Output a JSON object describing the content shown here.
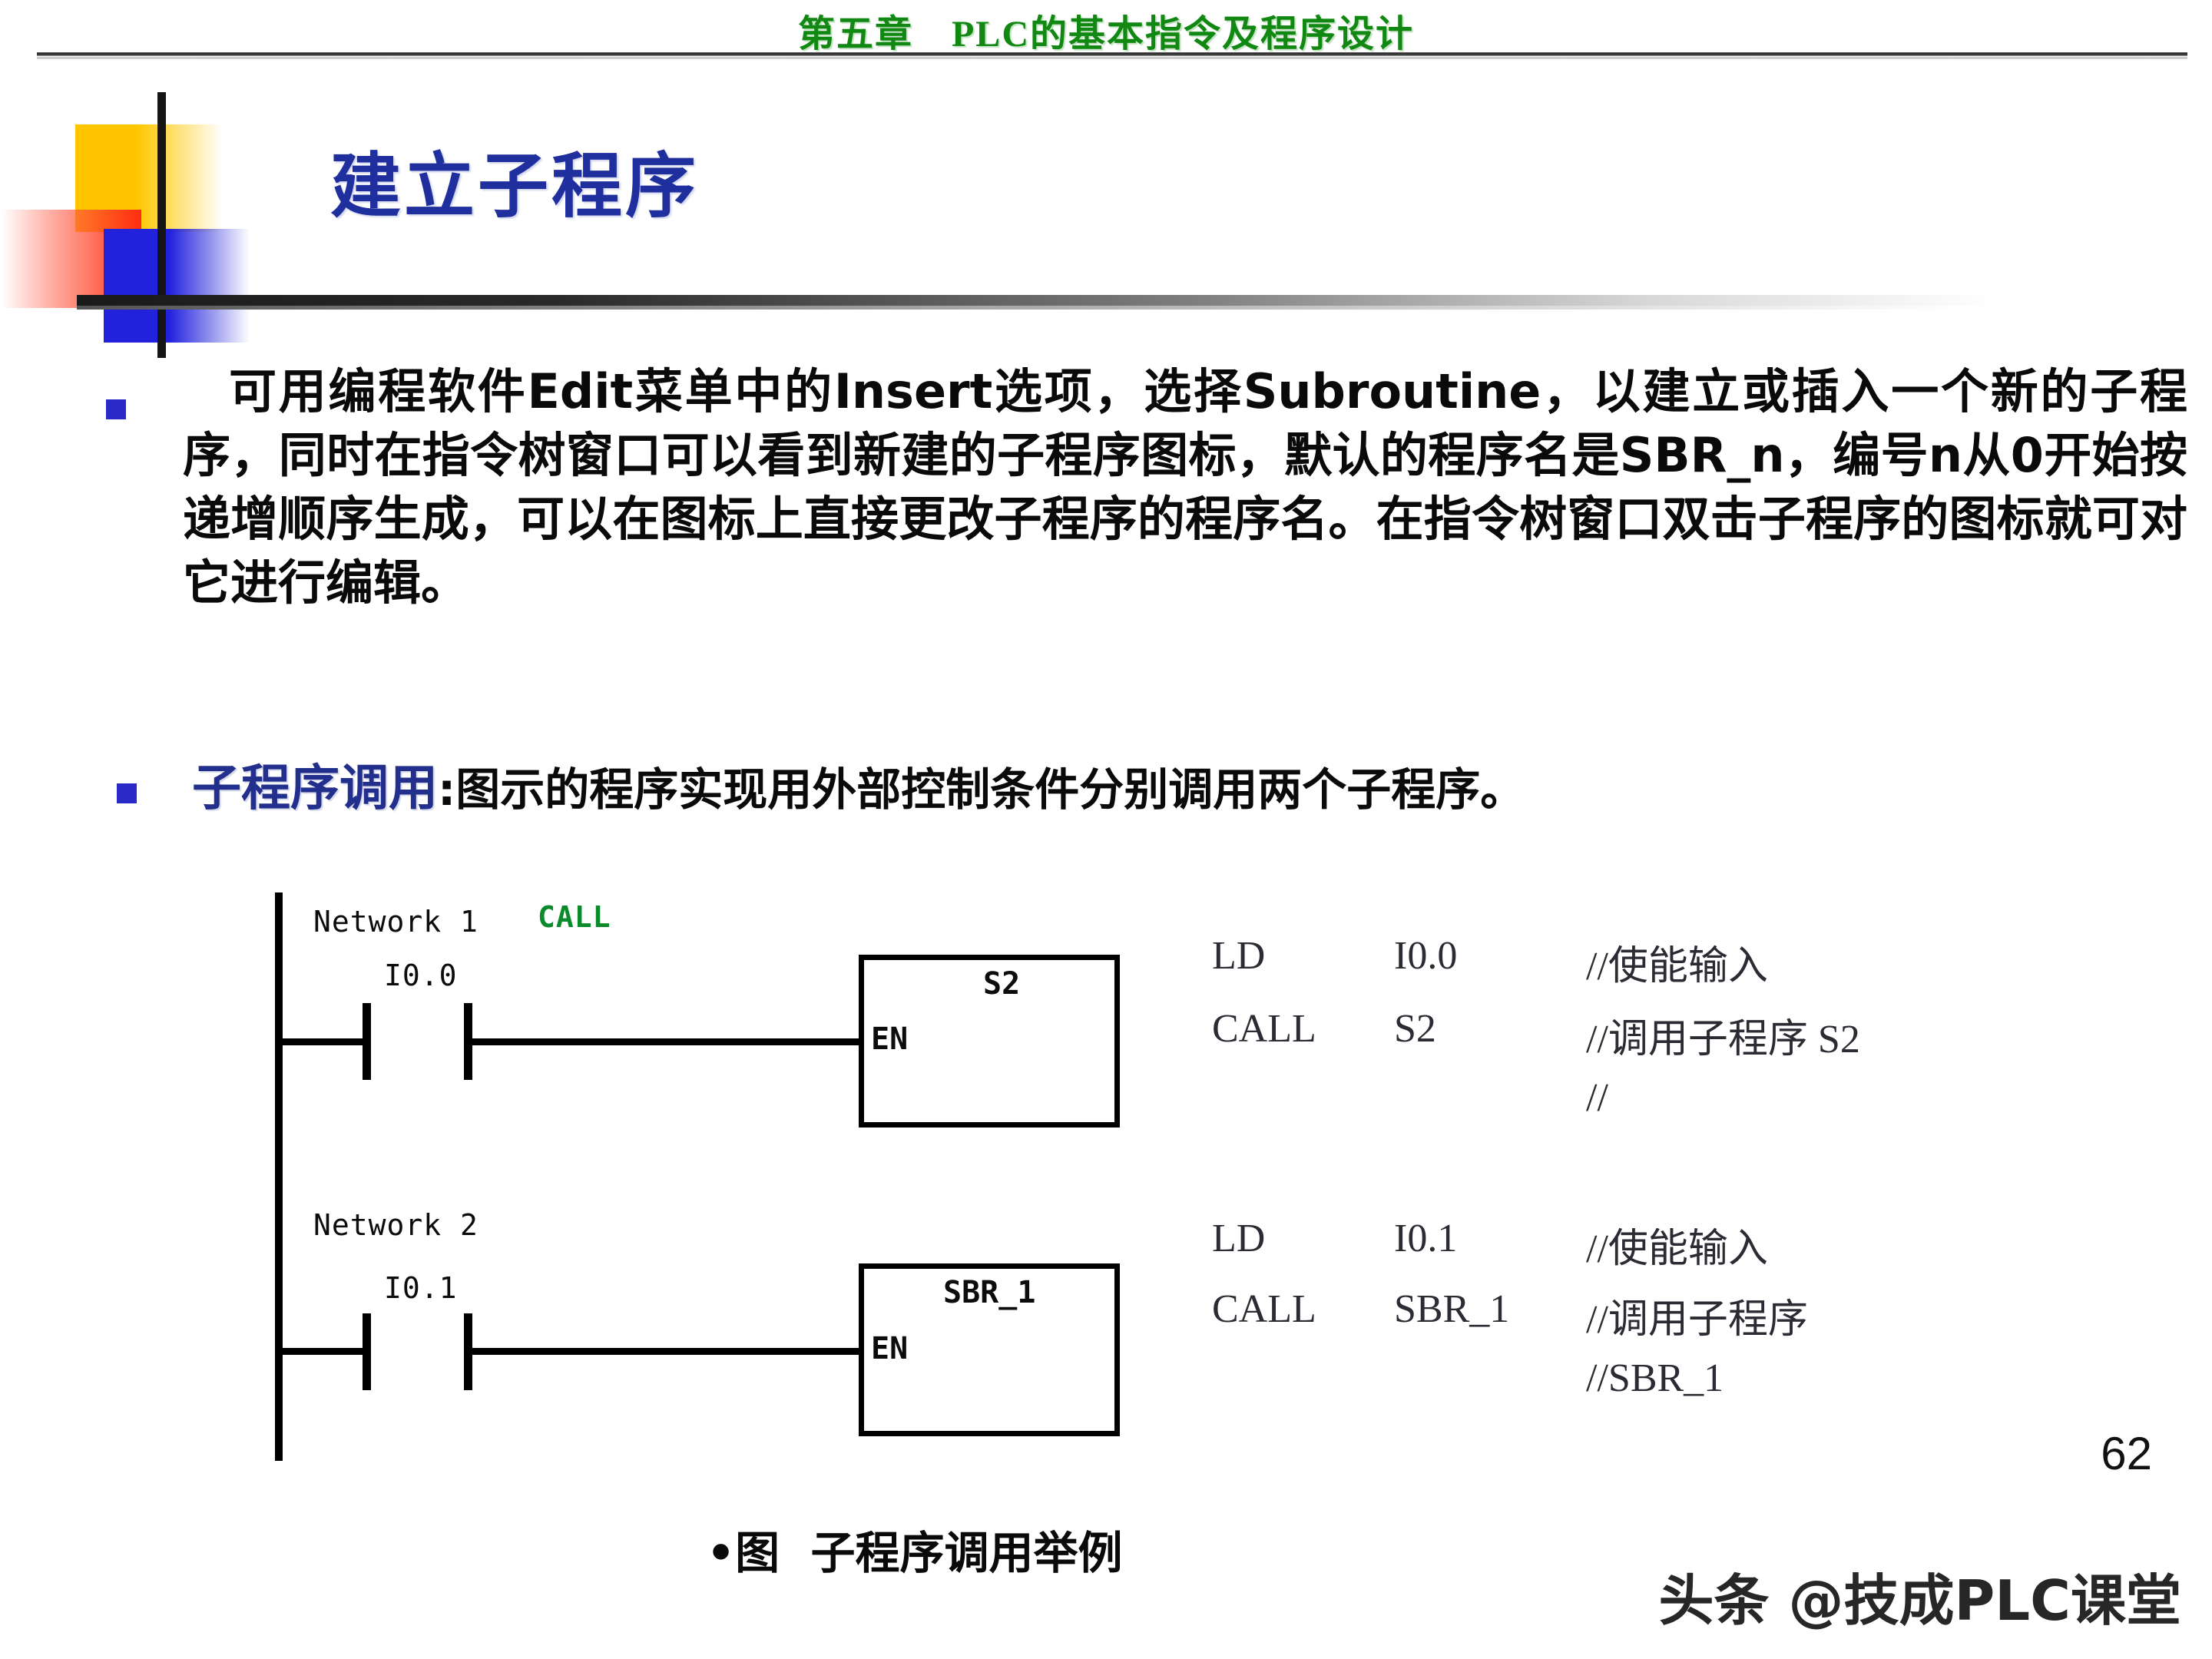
{
  "header": {
    "chapter_title": "第五章　PLC的基本指令及程序设计",
    "title_color": "#118811"
  },
  "slide": {
    "title": "建立子程序",
    "title_color": "#1F2F9E",
    "page_number": "62",
    "watermark": "头条 @技成PLC课堂"
  },
  "decoration": {
    "yellow": "#FFC600",
    "red": "#FF2D10",
    "blue": "#2222DD",
    "line": "#151515"
  },
  "bullets": [
    {
      "marker_color": "#2A2AC8",
      "text": "可用编程软件Edit菜单中的Insert选项，选择Subroutine，以建立或插入一个新的子程序，同时在指令树窗口可以看到新建的子程序图标，默认的程序名是SBR_n，编号n从0开始按递增顺序生成，可以在图标上直接更改子程序的程序名。在指令树窗口双击子程序的图标就可对它进行编辑。"
    },
    {
      "marker_color": "#2A2AC8",
      "label": "子程序调用",
      "rest": ":图示的程序实现用外部控制条件分别调用两个子程序。"
    }
  ],
  "ladder": {
    "networks": [
      {
        "name": "Network 1",
        "annotation": "CALL",
        "annotation_color": "#0a8a2a",
        "contact": "I0.0",
        "block_name": "S2",
        "block_input": "EN"
      },
      {
        "name": "Network 2",
        "annotation": "",
        "contact": "I0.1",
        "block_name": "SBR_1",
        "block_input": "EN"
      }
    ]
  },
  "stl": {
    "blocks": [
      {
        "rows": [
          {
            "op": "LD",
            "arg": "I0.0",
            "comment": "//使能输入"
          },
          {
            "op": "CALL",
            "arg": "S2",
            "comment": "//调用子程序 S2"
          },
          {
            "op": "",
            "arg": "",
            "comment": "//"
          }
        ]
      },
      {
        "rows": [
          {
            "op": "LD",
            "arg": "I0.1",
            "comment": "//使能输入"
          },
          {
            "op": "CALL",
            "arg": "SBR_1",
            "comment": "//调用子程序"
          },
          {
            "op": "",
            "arg": "",
            "comment": "//SBR_1"
          }
        ]
      }
    ]
  },
  "figure": {
    "caption": "•图  子程序调用举例"
  }
}
